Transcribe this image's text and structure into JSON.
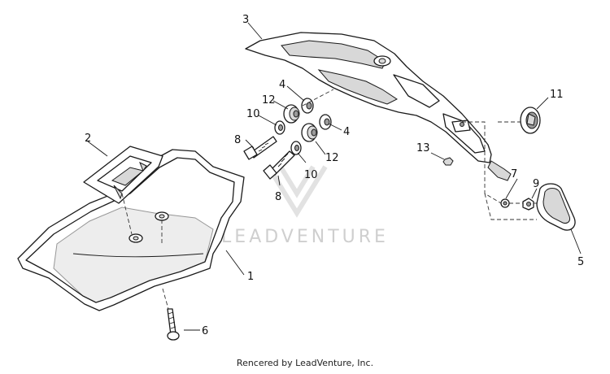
{
  "callouts": {
    "c1": "1",
    "c2": "2",
    "c3": "3",
    "c4a": "4",
    "c4b": "4",
    "c5": "5",
    "c6": "6",
    "c7": "7",
    "c8a": "8",
    "c8b": "8",
    "c9": "9",
    "c10a": "10",
    "c10b": "10",
    "c11": "11",
    "c12a": "12",
    "c12b": "12",
    "c13": "13"
  },
  "watermark": {
    "text": "LEADVENTURE"
  },
  "footer": {
    "text": "Rencered by LeadVenture, Inc."
  },
  "colors": {
    "line": "#1a1a1a",
    "watermark": "#cfcfcf",
    "background": "#ffffff"
  }
}
